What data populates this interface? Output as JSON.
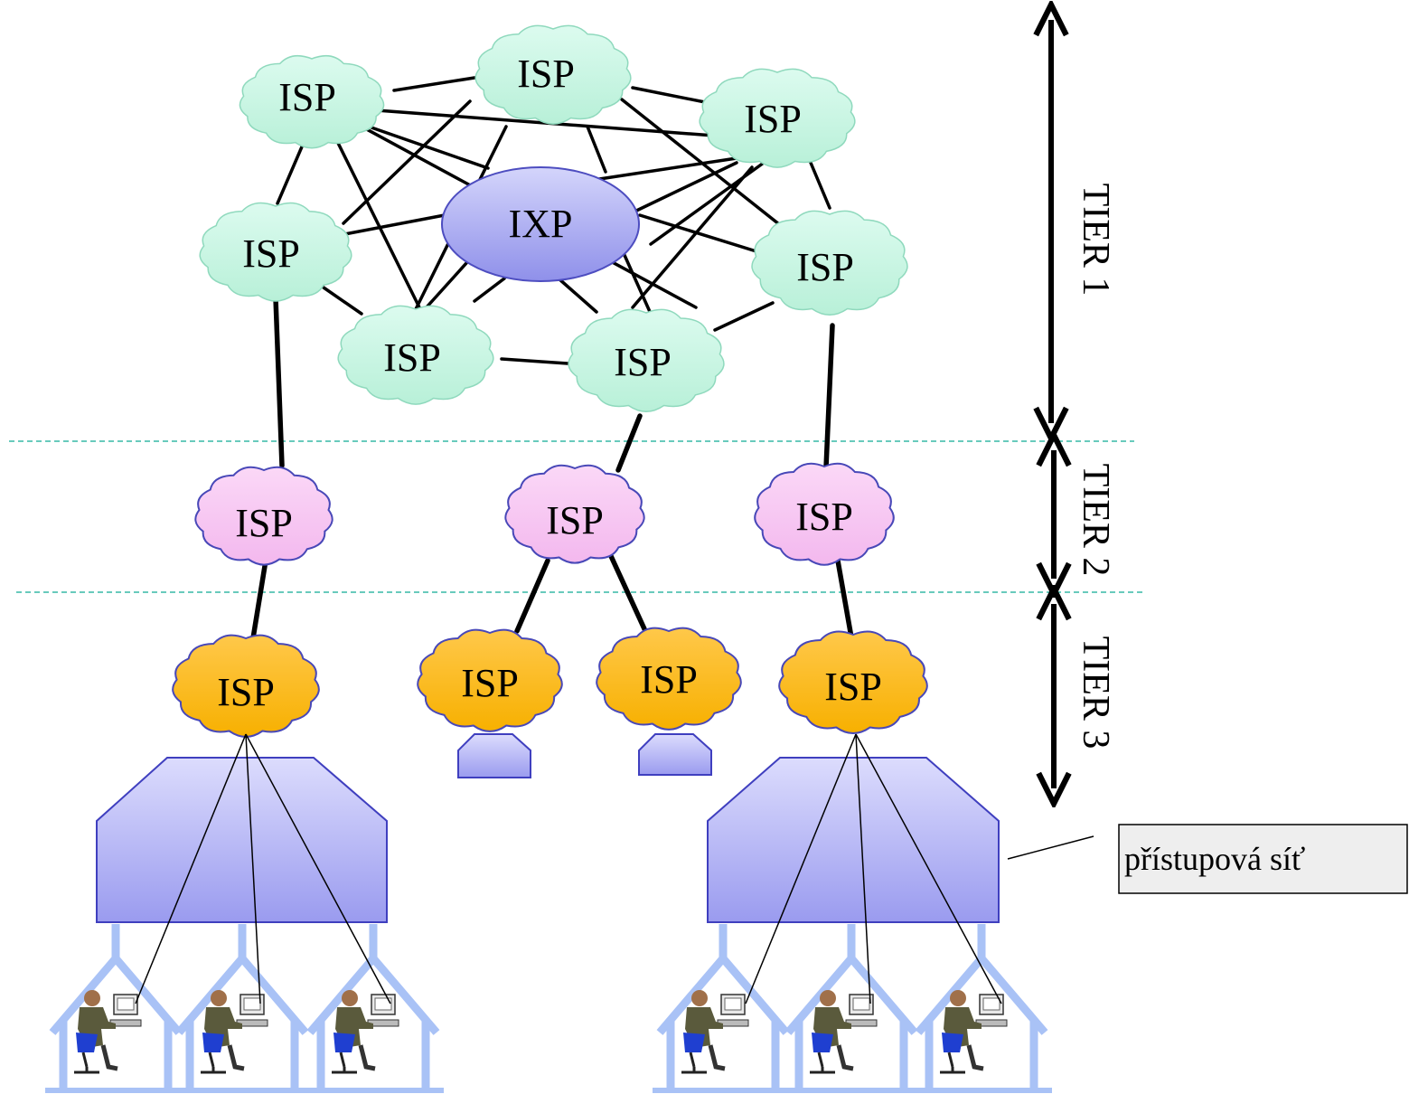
{
  "labels": {
    "isp": "ISP",
    "ixp": "IXP",
    "tier1": "TIER 1",
    "tier2": "TIER 2",
    "tier3": "TIER 3",
    "access_network": "přístupová síť"
  },
  "colors": {
    "tier1_cloud": "#c6f5e2",
    "tier2_cloud": "#f7c7f2",
    "tier3_cloud": "#fbbd12",
    "ixp_fill": "#a7a8f0",
    "access_fill": "#b5b6f4",
    "access_stroke": "#3f3fbf",
    "house_stroke": "#a9c2f6",
    "boundary_line": "#36b9a5",
    "link": "#000000",
    "label_box": "#eeeeee"
  },
  "icons": {
    "user": "user-at-computer-icon",
    "house": "house-icon",
    "cloud": "cloud-icon"
  }
}
